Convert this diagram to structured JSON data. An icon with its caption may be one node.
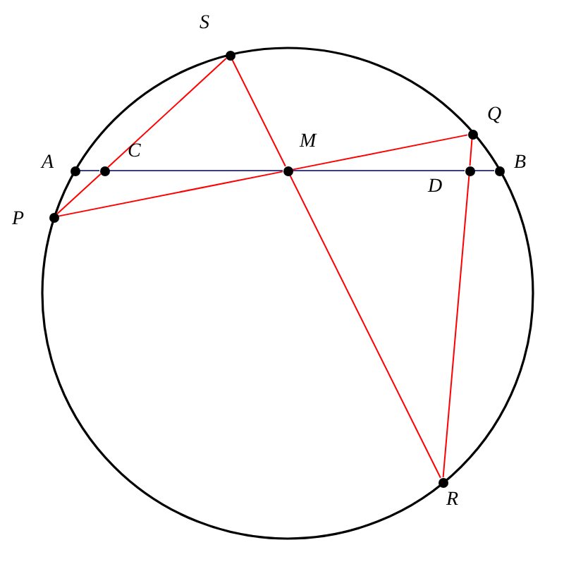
{
  "diagram": {
    "nodes": [
      {
        "text": [
          "A"
        ]
      },
      {
        "text": [
          "C"
        ]
      },
      {
        "text": [
          "M"
        ]
      },
      {
        "text": [
          "D"
        ]
      },
      {
        "text": [
          "B"
        ]
      },
      {
        "text": [
          "P"
        ]
      },
      {
        "text": [
          "S"
        ]
      },
      {
        "text": [
          "Q"
        ]
      },
      {
        "text": [
          "R"
        ]
      }
    ],
    "edges": [
      {
        "from": 0,
        "to": 1,
        "arrow": "none",
        "color": "#3b3b9a"
      },
      {
        "from": 1,
        "to": 2,
        "arrow": "none",
        "color": "#3b3b9a"
      },
      {
        "from": 2,
        "to": 3,
        "arrow": "none",
        "color": "#3b3b9a"
      },
      {
        "from": 3,
        "to": 4,
        "arrow": "none",
        "color": "#3b3b9a"
      },
      {
        "from": 5,
        "to": 1,
        "arrow": "none"
      },
      {
        "from": 1,
        "to": 6,
        "arrow": "none"
      },
      {
        "from": 5,
        "to": 2,
        "arrow": "none"
      },
      {
        "from": 2,
        "to": 7,
        "arrow": "none"
      },
      {
        "from": 6,
        "to": 2,
        "arrow": "none"
      },
      {
        "from": 2,
        "to": 8,
        "arrow": "none"
      },
      {
        "from": 7,
        "to": 3,
        "arrow": "none"
      },
      {
        "from": 3,
        "to": 8,
        "arrow": "none"
      }
    ]
  }
}
